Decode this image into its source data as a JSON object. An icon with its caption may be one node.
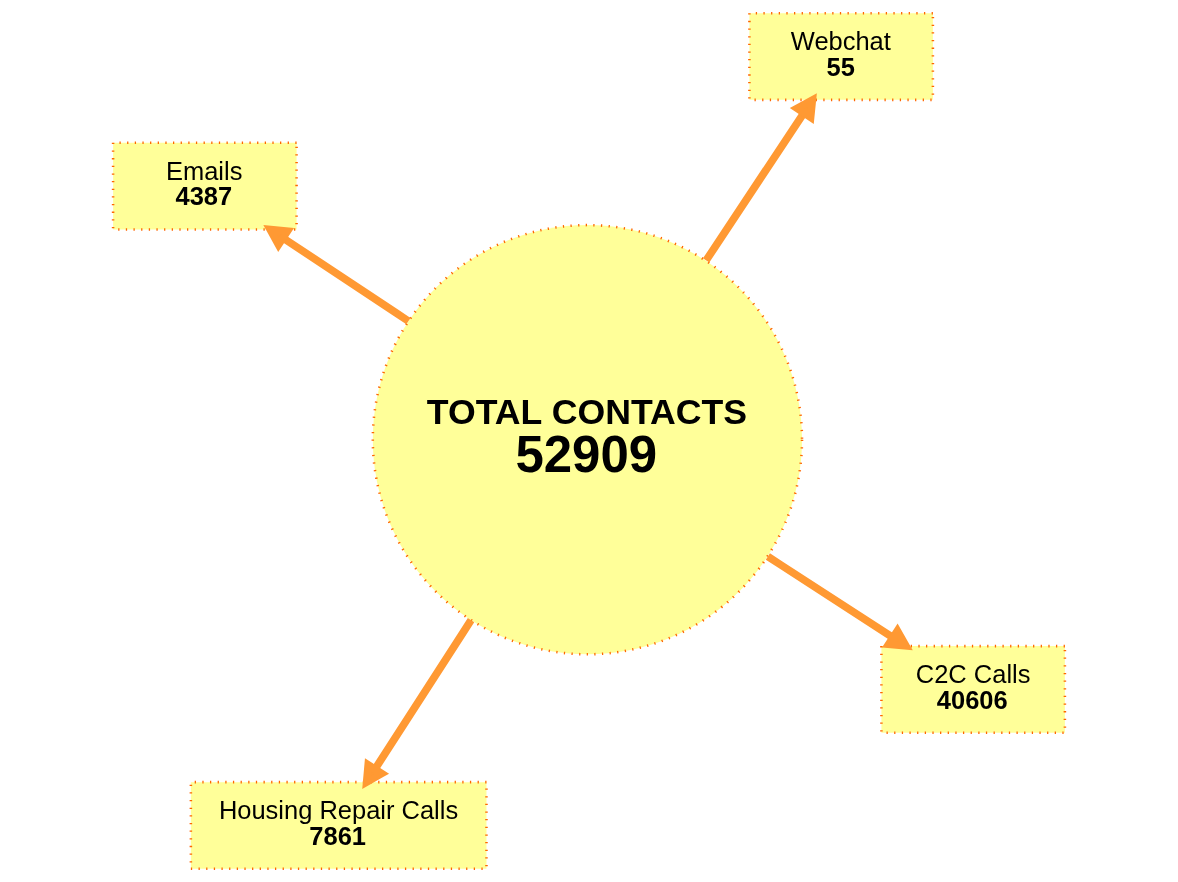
{
  "diagram": {
    "nodes": [
      {
        "text": [
          "TOTAL CONTACTS",
          "52909"
        ]
      },
      {
        "text": [
          "C2C Calls",
          "40606"
        ]
      },
      {
        "text": [
          "Housing Repair Calls",
          "7861"
        ]
      },
      {
        "text": [
          "Emails",
          "4387"
        ]
      },
      {
        "text": [
          "Webchat",
          "55"
        ]
      }
    ],
    "edges": [
      {
        "from": 0,
        "to": 1,
        "arrow": "to"
      },
      {
        "from": 0,
        "to": 2,
        "arrow": "to"
      },
      {
        "from": 0,
        "to": 3,
        "arrow": "to"
      },
      {
        "from": 0,
        "to": 4,
        "arrow": "to"
      }
    ]
  }
}
